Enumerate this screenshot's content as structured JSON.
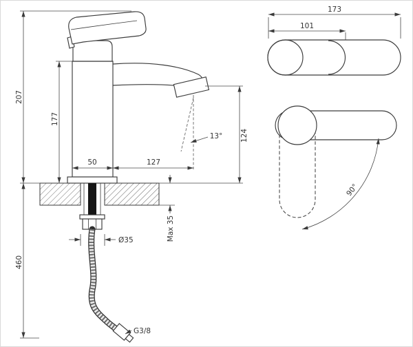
{
  "side_view": {
    "overall_height": "207",
    "body_height": "177",
    "base_width": "50",
    "spout_reach": "127",
    "spout_angle": "13°",
    "outlet_height": "124",
    "hose_length": "460",
    "hole_diameter": "Ø35",
    "max_deck_thickness": "Max 35",
    "thread_size": "G3/8"
  },
  "top_view": {
    "overall_length": "173",
    "handle_length": "101",
    "swivel_angle": "90°"
  }
}
